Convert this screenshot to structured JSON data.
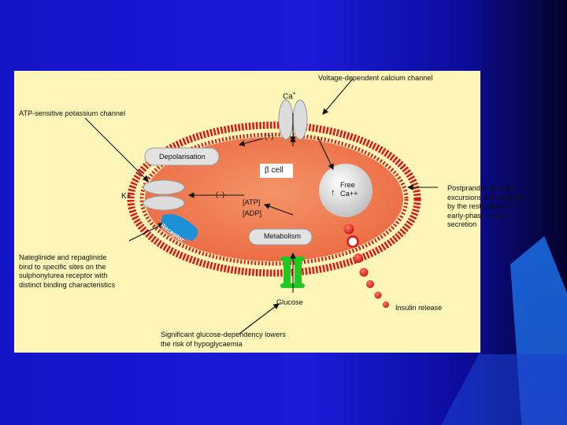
{
  "labels": {
    "voltage_channel": "Voltage-dependent calcium channel",
    "calcium": "Ca",
    "calcium_sup": "+",
    "atp_channel": "ATP-sensitive potassium channel",
    "plus": "(+)",
    "depolarisation": "Depolarisation",
    "beta_cell": "β cell",
    "free_ca_line1": "Free",
    "free_ca_line2": "Ca++",
    "potassium": "K+",
    "minus": "(–)",
    "atp": "[ATP]",
    "adp": "[ADP]",
    "receptor": "Receptor",
    "metabolism": "Metabolism",
    "glucose": "Glucose",
    "insulin_release": "Insulin release",
    "postprandial": [
      "Postprandial glucose",
      "excursions are targeted",
      "by the restoration of",
      "early-phase insulin",
      "secretion"
    ],
    "nateglinide": [
      "Nateglinide and repaglinide",
      "bind to specific sites on the",
      "sulphonylurea receptor with",
      "distinct binding characteristics"
    ],
    "significant": [
      "Significant glucose-dependency lowers",
      "the risk of hypoglycaemia"
    ]
  },
  "colors": {
    "background": "#fdf6b8",
    "cell": "#f07850",
    "membrane": "#d81818",
    "channel": "#d8d8d8",
    "receptor": "#1e90d8",
    "glucose_transporter": "#22c822",
    "slide_blue": "#1414c8"
  }
}
